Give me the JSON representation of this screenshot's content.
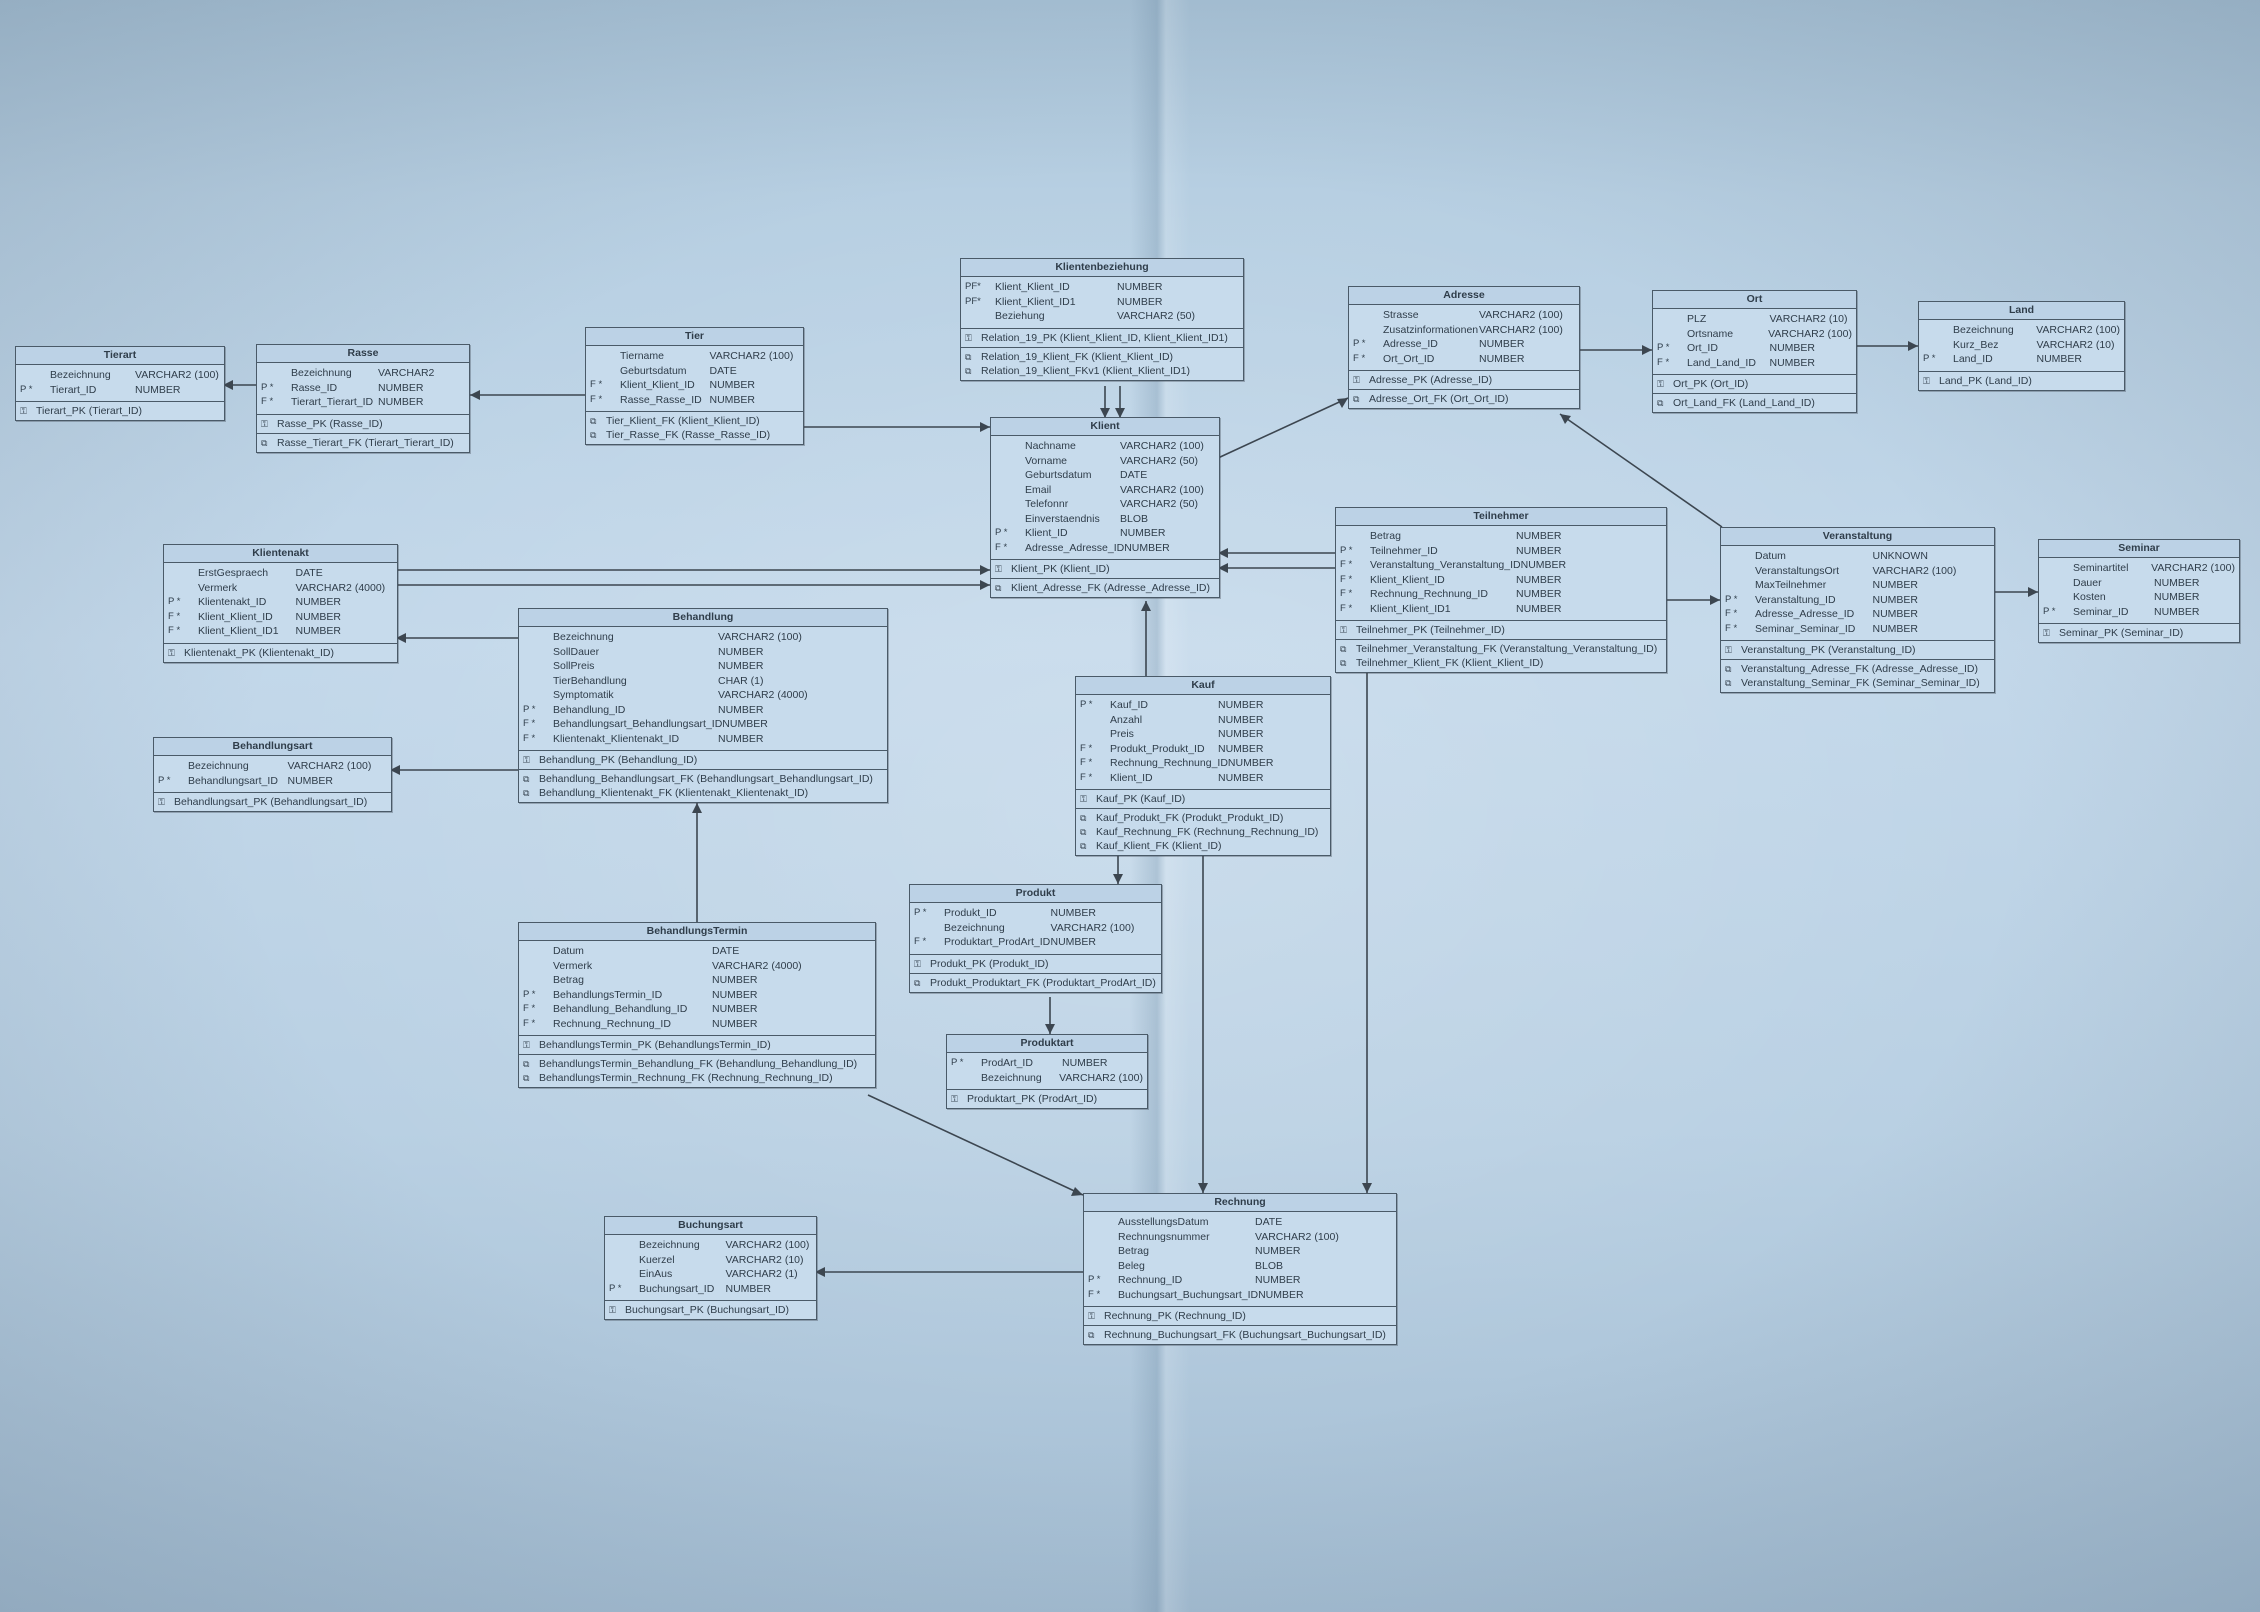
{
  "tables": [
    {
      "id": "tierart",
      "title": "Tierart",
      "columns": [
        {
          "flags": "",
          "name": "Bezeichnung",
          "type": "VARCHAR2 (100)"
        },
        {
          "flags": "P *",
          "name": "Tierart_ID",
          "type": "NUMBER"
        }
      ],
      "pks": [
        "Tierart_PK (Tierart_ID)"
      ],
      "fks": []
    },
    {
      "id": "rasse",
      "title": "Rasse",
      "columns": [
        {
          "flags": "",
          "name": "Bezeichnung",
          "type": "VARCHAR2"
        },
        {
          "flags": "P *",
          "name": "Rasse_ID",
          "type": "NUMBER"
        },
        {
          "flags": "F *",
          "name": "Tierart_Tierart_ID",
          "type": "NUMBER"
        }
      ],
      "pks": [
        "Rasse_PK (Rasse_ID)"
      ],
      "fks": [
        "Rasse_Tierart_FK (Tierart_Tierart_ID)"
      ]
    },
    {
      "id": "tier",
      "title": "Tier",
      "columns": [
        {
          "flags": "",
          "name": "Tiername",
          "type": "VARCHAR2 (100)"
        },
        {
          "flags": "",
          "name": "Geburtsdatum",
          "type": "DATE"
        },
        {
          "flags": "F *",
          "name": "Klient_Klient_ID",
          "type": "NUMBER"
        },
        {
          "flags": "F *",
          "name": "Rasse_Rasse_ID",
          "type": "NUMBER"
        }
      ],
      "pks": [],
      "fks": [
        "Tier_Klient_FK (Klient_Klient_ID)",
        "Tier_Rasse_FK (Rasse_Rasse_ID)"
      ]
    },
    {
      "id": "klientenbeziehung",
      "title": "Klientenbeziehung",
      "columns": [
        {
          "flags": "PF*",
          "name": "Klient_Klient_ID",
          "type": "NUMBER"
        },
        {
          "flags": "PF*",
          "name": "Klient_Klient_ID1",
          "type": "NUMBER"
        },
        {
          "flags": "",
          "name": "Beziehung",
          "type": "VARCHAR2 (50)"
        }
      ],
      "pks": [
        "Relation_19_PK (Klient_Klient_ID, Klient_Klient_ID1)"
      ],
      "fks": [
        "Relation_19_Klient_FK (Klient_Klient_ID)",
        "Relation_19_Klient_FKv1 (Klient_Klient_ID1)"
      ]
    },
    {
      "id": "klient",
      "title": "Klient",
      "columns": [
        {
          "flags": "",
          "name": "Nachname",
          "type": "VARCHAR2 (100)"
        },
        {
          "flags": "",
          "name": "Vorname",
          "type": "VARCHAR2 (50)"
        },
        {
          "flags": "",
          "name": "Geburtsdatum",
          "type": "DATE"
        },
        {
          "flags": "",
          "name": "Email",
          "type": "VARCHAR2 (100)"
        },
        {
          "flags": "",
          "name": "Telefonnr",
          "type": "VARCHAR2 (50)"
        },
        {
          "flags": "",
          "name": "Einverstaendnis",
          "type": "BLOB"
        },
        {
          "flags": "P *",
          "name": "Klient_ID",
          "type": "NUMBER"
        },
        {
          "flags": "F *",
          "name": "Adresse_Adresse_ID",
          "type": "NUMBER"
        }
      ],
      "pks": [
        "Klient_PK (Klient_ID)"
      ],
      "fks": [
        "Klient_Adresse_FK (Adresse_Adresse_ID)"
      ]
    },
    {
      "id": "adresse",
      "title": "Adresse",
      "columns": [
        {
          "flags": "",
          "name": "Strasse",
          "type": "VARCHAR2 (100)"
        },
        {
          "flags": "",
          "name": "Zusatzinformationen",
          "type": "VARCHAR2 (100)"
        },
        {
          "flags": "P *",
          "name": "Adresse_ID",
          "type": "NUMBER"
        },
        {
          "flags": "F *",
          "name": "Ort_Ort_ID",
          "type": "NUMBER"
        }
      ],
      "pks": [
        "Adresse_PK (Adresse_ID)"
      ],
      "fks": [
        "Adresse_Ort_FK (Ort_Ort_ID)"
      ]
    },
    {
      "id": "ort",
      "title": "Ort",
      "columns": [
        {
          "flags": "",
          "name": "PLZ",
          "type": "VARCHAR2 (10)"
        },
        {
          "flags": "",
          "name": "Ortsname",
          "type": "VARCHAR2 (100)"
        },
        {
          "flags": "P *",
          "name": "Ort_ID",
          "type": "NUMBER"
        },
        {
          "flags": "F *",
          "name": "Land_Land_ID",
          "type": "NUMBER"
        }
      ],
      "pks": [
        "Ort_PK (Ort_ID)"
      ],
      "fks": [
        "Ort_Land_FK (Land_Land_ID)"
      ]
    },
    {
      "id": "land",
      "title": "Land",
      "columns": [
        {
          "flags": "",
          "name": "Bezeichnung",
          "type": "VARCHAR2 (100)"
        },
        {
          "flags": "",
          "name": "Kurz_Bez",
          "type": "VARCHAR2 (10)"
        },
        {
          "flags": "P *",
          "name": "Land_ID",
          "type": "NUMBER"
        }
      ],
      "pks": [
        "Land_PK (Land_ID)"
      ],
      "fks": []
    },
    {
      "id": "klientenakt",
      "title": "Klientenakt",
      "columns": [
        {
          "flags": "",
          "name": "ErstGespraech",
          "type": "DATE"
        },
        {
          "flags": "",
          "name": "Vermerk",
          "type": "VARCHAR2 (4000)"
        },
        {
          "flags": "P *",
          "name": "Klientenakt_ID",
          "type": "NUMBER"
        },
        {
          "flags": "F *",
          "name": "Klient_Klient_ID",
          "type": "NUMBER"
        },
        {
          "flags": "F *",
          "name": "Klient_Klient_ID1",
          "type": "NUMBER"
        }
      ],
      "pks": [
        "Klientenakt_PK (Klientenakt_ID)"
      ],
      "fks": []
    },
    {
      "id": "behandlung",
      "title": "Behandlung",
      "columns": [
        {
          "flags": "",
          "name": "Bezeichnung",
          "type": "VARCHAR2 (100)"
        },
        {
          "flags": "",
          "name": "SollDauer",
          "type": "NUMBER"
        },
        {
          "flags": "",
          "name": "SollPreis",
          "type": "NUMBER"
        },
        {
          "flags": "",
          "name": "TierBehandlung",
          "type": "CHAR (1)"
        },
        {
          "flags": "",
          "name": "Symptomatik",
          "type": "VARCHAR2 (4000)"
        },
        {
          "flags": "P *",
          "name": "Behandlung_ID",
          "type": "NUMBER"
        },
        {
          "flags": "F *",
          "name": "Behandlungsart_Behandlungsart_ID",
          "type": "NUMBER"
        },
        {
          "flags": "F *",
          "name": "Klientenakt_Klientenakt_ID",
          "type": "NUMBER"
        }
      ],
      "pks": [
        "Behandlung_PK (Behandlung_ID)"
      ],
      "fks": [
        "Behandlung_Behandlungsart_FK (Behandlungsart_Behandlungsart_ID)",
        "Behandlung_Klientenakt_FK (Klientenakt_Klientenakt_ID)"
      ]
    },
    {
      "id": "behandlungsart",
      "title": "Behandlungsart",
      "columns": [
        {
          "flags": "",
          "name": "Bezeichnung",
          "type": "VARCHAR2 (100)"
        },
        {
          "flags": "P *",
          "name": "Behandlungsart_ID",
          "type": "NUMBER"
        }
      ],
      "pks": [
        "Behandlungsart_PK (Behandlungsart_ID)"
      ],
      "fks": []
    },
    {
      "id": "teilnehmer",
      "title": "Teilnehmer",
      "columns": [
        {
          "flags": "",
          "name": "Betrag",
          "type": "NUMBER"
        },
        {
          "flags": "P *",
          "name": "Teilnehmer_ID",
          "type": "NUMBER"
        },
        {
          "flags": "F *",
          "name": "Veranstaltung_Veranstaltung_ID",
          "type": "NUMBER"
        },
        {
          "flags": "F *",
          "name": "Klient_Klient_ID",
          "type": "NUMBER"
        },
        {
          "flags": "F *",
          "name": "Rechnung_Rechnung_ID",
          "type": "NUMBER"
        },
        {
          "flags": "F *",
          "name": "Klient_Klient_ID1",
          "type": "NUMBER"
        }
      ],
      "pks": [
        "Teilnehmer_PK (Teilnehmer_ID)"
      ],
      "fks": [
        "Teilnehmer_Veranstaltung_FK (Veranstaltung_Veranstaltung_ID)",
        "Teilnehmer_Klient_FK (Klient_Klient_ID)"
      ]
    },
    {
      "id": "veranstaltung",
      "title": "Veranstaltung",
      "columns": [
        {
          "flags": "",
          "name": "Datum",
          "type": "UNKNOWN"
        },
        {
          "flags": "",
          "name": "VeranstaltungsOrt",
          "type": "VARCHAR2 (100)"
        },
        {
          "flags": "",
          "name": "MaxTeilnehmer",
          "type": "NUMBER"
        },
        {
          "flags": "P *",
          "name": "Veranstaltung_ID",
          "type": "NUMBER"
        },
        {
          "flags": "F *",
          "name": "Adresse_Adresse_ID",
          "type": "NUMBER"
        },
        {
          "flags": "F *",
          "name": "Seminar_Seminar_ID",
          "type": "NUMBER"
        }
      ],
      "pks": [
        "Veranstaltung_PK (Veranstaltung_ID)"
      ],
      "fks": [
        "Veranstaltung_Adresse_FK (Adresse_Adresse_ID)",
        "Veranstaltung_Seminar_FK (Seminar_Seminar_ID)"
      ]
    },
    {
      "id": "seminar",
      "title": "Seminar",
      "columns": [
        {
          "flags": "",
          "name": "Seminartitel",
          "type": "VARCHAR2 (100)"
        },
        {
          "flags": "",
          "name": "Dauer",
          "type": "NUMBER"
        },
        {
          "flags": "",
          "name": "Kosten",
          "type": "NUMBER"
        },
        {
          "flags": "P *",
          "name": "Seminar_ID",
          "type": "NUMBER"
        }
      ],
      "pks": [
        "Seminar_PK (Seminar_ID)"
      ],
      "fks": []
    },
    {
      "id": "kauf",
      "title": "Kauf",
      "columns": [
        {
          "flags": "P *",
          "name": "Kauf_ID",
          "type": "NUMBER"
        },
        {
          "flags": "",
          "name": "Anzahl",
          "type": "NUMBER"
        },
        {
          "flags": "",
          "name": "Preis",
          "type": "NUMBER"
        },
        {
          "flags": "F *",
          "name": "Produkt_Produkt_ID",
          "type": "NUMBER"
        },
        {
          "flags": "F *",
          "name": "Rechnung_Rechnung_ID",
          "type": "NUMBER"
        },
        {
          "flags": "F *",
          "name": "Klient_ID",
          "type": "NUMBER"
        }
      ],
      "pks": [
        "Kauf_PK (Kauf_ID)"
      ],
      "fks": [
        "Kauf_Produkt_FK (Produkt_Produkt_ID)",
        "Kauf_Rechnung_FK (Rechnung_Rechnung_ID)",
        "Kauf_Klient_FK (Klient_ID)"
      ]
    },
    {
      "id": "produkt",
      "title": "Produkt",
      "columns": [
        {
          "flags": "P *",
          "name": "Produkt_ID",
          "type": "NUMBER"
        },
        {
          "flags": "",
          "name": "Bezeichnung",
          "type": "VARCHAR2 (100)"
        },
        {
          "flags": "F *",
          "name": "Produktart_ProdArt_ID",
          "type": "NUMBER"
        }
      ],
      "pks": [
        "Produkt_PK (Produkt_ID)"
      ],
      "fks": [
        "Produkt_Produktart_FK (Produktart_ProdArt_ID)"
      ]
    },
    {
      "id": "produktart",
      "title": "Produktart",
      "columns": [
        {
          "flags": "P *",
          "name": "ProdArt_ID",
          "type": "NUMBER"
        },
        {
          "flags": "",
          "name": "Bezeichnung",
          "type": "VARCHAR2 (100)"
        }
      ],
      "pks": [
        "Produktart_PK (ProdArt_ID)"
      ],
      "fks": []
    },
    {
      "id": "behandlungstermin",
      "title": "BehandlungsTermin",
      "columns": [
        {
          "flags": "",
          "name": "Datum",
          "type": "DATE"
        },
        {
          "flags": "",
          "name": "Vermerk",
          "type": "VARCHAR2 (4000)"
        },
        {
          "flags": "",
          "name": "Betrag",
          "type": "NUMBER"
        },
        {
          "flags": "P *",
          "name": "BehandlungsTermin_ID",
          "type": "NUMBER"
        },
        {
          "flags": "F *",
          "name": "Behandlung_Behandlung_ID",
          "type": "NUMBER"
        },
        {
          "flags": "F *",
          "name": "Rechnung_Rechnung_ID",
          "type": "NUMBER"
        }
      ],
      "pks": [
        "BehandlungsTermin_PK (BehandlungsTermin_ID)"
      ],
      "fks": [
        "BehandlungsTermin_Behandlung_FK (Behandlung_Behandlung_ID)",
        "BehandlungsTermin_Rechnung_FK (Rechnung_Rechnung_ID)"
      ]
    },
    {
      "id": "buchungsart",
      "title": "Buchungsart",
      "columns": [
        {
          "flags": "",
          "name": "Bezeichnung",
          "type": "VARCHAR2 (100)"
        },
        {
          "flags": "",
          "name": "Kuerzel",
          "type": "VARCHAR2 (10)"
        },
        {
          "flags": "",
          "name": "EinAus",
          "type": "VARCHAR2 (1)"
        },
        {
          "flags": "P *",
          "name": "Buchungsart_ID",
          "type": "NUMBER"
        }
      ],
      "pks": [
        "Buchungsart_PK (Buchungsart_ID)"
      ],
      "fks": []
    },
    {
      "id": "rechnung",
      "title": "Rechnung",
      "columns": [
        {
          "flags": "",
          "name": "AusstellungsDatum",
          "type": "DATE"
        },
        {
          "flags": "",
          "name": "Rechnungsnummer",
          "type": "VARCHAR2 (100)"
        },
        {
          "flags": "",
          "name": "Betrag",
          "type": "NUMBER"
        },
        {
          "flags": "",
          "name": "Beleg",
          "type": "BLOB"
        },
        {
          "flags": "P *",
          "name": "Rechnung_ID",
          "type": "NUMBER"
        },
        {
          "flags": "F *",
          "name": "Buchungsart_Buchungsart_ID",
          "type": "NUMBER"
        }
      ],
      "pks": [
        "Rechnung_PK (Rechnung_ID)"
      ],
      "fks": [
        "Rechnung_Buchungsart_FK (Buchungsart_Buchungsart_ID)"
      ]
    }
  ]
}
